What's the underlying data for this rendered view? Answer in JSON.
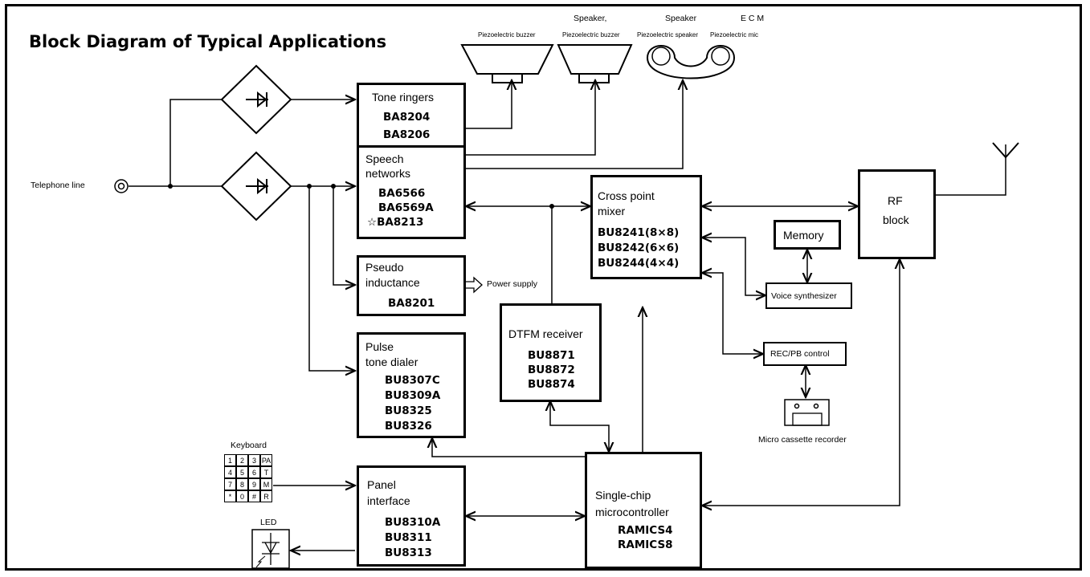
{
  "title": "Block Diagram of Typical Applications",
  "telephone_line": "Telephone line",
  "tone_ringers": {
    "label": "Tone ringers",
    "parts": [
      "BA8204",
      "BA8206"
    ]
  },
  "speech_networks": {
    "label_1": "Speech",
    "label_2": "networks",
    "parts": [
      "BA6566",
      "BA6569A",
      "☆BA8213"
    ]
  },
  "pseudo_inductance": {
    "label_1": "Pseudo",
    "label_2": "inductance",
    "parts": [
      "BA8201"
    ]
  },
  "power_supply": "Power supply",
  "pulse_dialer": {
    "label_1": "Pulse",
    "label_2": "tone dialer",
    "parts": [
      "BU8307C",
      "BU8309A",
      "BU8325",
      "BU8326"
    ]
  },
  "panel_interface": {
    "label_1": "Panel",
    "label_2": "interface",
    "parts": [
      "BU8310A",
      "BU8311",
      "BU8313"
    ]
  },
  "dtfm_receiver": {
    "label": "DTFM receiver",
    "parts": [
      "BU8871",
      "BU8872",
      "BU8874"
    ]
  },
  "cross_point_mixer": {
    "label_1": "Cross point",
    "label_2": "mixer",
    "parts": [
      "BU8241(8×8)",
      "BU8242(6×6)",
      "BU8244(4×4)"
    ]
  },
  "microcontroller": {
    "label_1": "Single-chip",
    "label_2": "microcontroller",
    "parts": [
      "RAMICS4",
      "RAMICS8"
    ]
  },
  "memory": "Memory",
  "voice_synthesizer": "Voice synthesizer",
  "rec_pb_control": "REC/PB control",
  "micro_cassette": "Micro cassette recorder",
  "rf_block": {
    "label_1": "RF",
    "label_2": "block"
  },
  "keyboard": {
    "label": "Keyboard",
    "keys": [
      "1",
      "2",
      "3",
      "PA",
      "4",
      "5",
      "6",
      "T",
      "7",
      "8",
      "9",
      "M",
      "*",
      "0",
      "#",
      "R"
    ]
  },
  "led": "LED",
  "transducers": {
    "piezo_buzzer": "Piezoelectric buzzer",
    "speaker_1": "Speaker,",
    "speaker_1_sub": "Piezoelectric buzzer",
    "speaker_2": "Speaker",
    "speaker_2_sub": "Piezoelectric speaker",
    "ecm": "E C M",
    "ecm_sub": "Piezoelectric mic"
  }
}
